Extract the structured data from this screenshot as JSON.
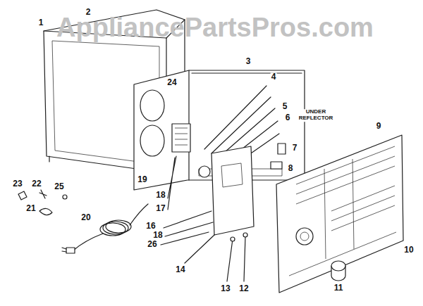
{
  "diagram": {
    "labels": [
      "AppliancePartsPros.com",
      "1",
      "2",
      "3",
      "4",
      "24",
      "5",
      "6",
      "UNDER REFLECTOR",
      "9",
      "7",
      "8",
      "18",
      "17",
      "16",
      "18",
      "26",
      "10",
      "14",
      "13",
      "12",
      "11",
      "19",
      "20",
      "21",
      "22",
      "23",
      "25"
    ]
  }
}
